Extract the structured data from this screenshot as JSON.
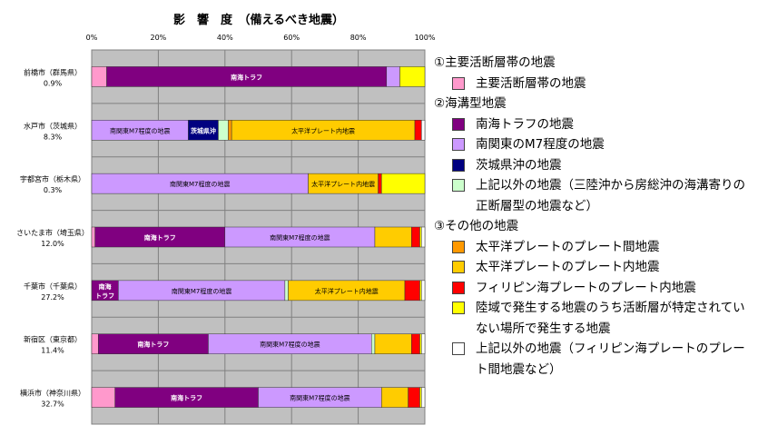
{
  "colors": {
    "plot_bg": "#C0C0C0",
    "bar_border": "#333333",
    "grid": "#808080"
  },
  "chart_data": {
    "type": "bar",
    "orientation": "horizontal",
    "stacked": true,
    "title": "影　響　度　（備えるべき地震）",
    "xlim": [
      0,
      100
    ],
    "x_ticks": [
      "0%",
      "20%",
      "40%",
      "60%",
      "80%",
      "100%"
    ],
    "categories": [
      {
        "name": "前橋市（群馬県）",
        "value": "0.9%"
      },
      {
        "name": "水戸市（茨城県）",
        "value": "8.3%"
      },
      {
        "name": "宇都宮市（栃木県）",
        "value": "0.3%"
      },
      {
        "name": "さいたま市（埼玉県）",
        "value": "12.0%"
      },
      {
        "name": "千葉市（千葉県）",
        "value": "27.2%"
      },
      {
        "name": "新宿区（東京都）",
        "value": "11.4%"
      },
      {
        "name": "横浜市（神奈川県）",
        "value": "32.7%"
      }
    ],
    "series": [
      {
        "name": "主要活断層帯の地震",
        "color": "#FF99CC",
        "values": [
          4.5,
          0,
          0,
          1,
          0,
          2,
          7
        ],
        "labels": [
          "",
          "",
          "",
          "",
          "",
          "",
          ""
        ]
      },
      {
        "name": "南海トラフの地震",
        "color": "#800080",
        "values": [
          84,
          0,
          0,
          39,
          8,
          33,
          43
        ],
        "labels": [
          "南海トラフ",
          "",
          "",
          "南海トラフ",
          "南海\nトラフ",
          "南海トラフ",
          "南海トラフ"
        ]
      },
      {
        "name": "南関東のM7程度の地震",
        "color": "#CC99FF",
        "values": [
          4,
          29,
          65,
          45,
          50,
          49,
          37
        ],
        "labels": [
          "",
          "南関東M7程度の地震",
          "南関東M7程度の地震",
          "南関東M7程度の地震",
          "南関東M7程度の地震",
          "南関東M7程度の地震",
          "南関東M7程度の地震"
        ]
      },
      {
        "name": "茨城県沖の地震",
        "color": "#000080",
        "values": [
          0,
          9,
          0,
          0,
          0,
          0,
          0
        ],
        "labels": [
          "",
          "茨城県沖",
          "",
          "",
          "",
          "",
          ""
        ]
      },
      {
        "name": "上記以外の地震（三陸沖から房総沖の海溝寄りの正断層型の地震など）",
        "color": "#CCFFCC",
        "values": [
          0,
          3,
          0,
          0,
          1,
          1,
          0
        ],
        "labels": [
          "",
          "",
          "",
          "",
          "",
          "",
          ""
        ]
      },
      {
        "name": "太平洋プレートのプレート間地震",
        "color": "#FF9900",
        "values": [
          0,
          1,
          0,
          0,
          0,
          0,
          0
        ],
        "labels": [
          "",
          "",
          "",
          "",
          "",
          "",
          ""
        ]
      },
      {
        "name": "太平洋プレートのプレート内地震",
        "color": "#FFCC00",
        "values": [
          0,
          55,
          21,
          11,
          35,
          11,
          8
        ],
        "labels": [
          "",
          "太平洋プレート内地震",
          "太平洋プレート内地震",
          "",
          "太平洋プレート内地震",
          "",
          ""
        ]
      },
      {
        "name": "フィリピン海プレートのプレート内地震",
        "color": "#FF0000",
        "values": [
          0,
          2,
          1,
          2.5,
          4.5,
          2.5,
          3.5
        ],
        "labels": [
          "",
          "",
          "",
          "",
          "",
          "",
          ""
        ]
      },
      {
        "name": "陸域で発生する地震のうち活断層が特定されていない場所で発生する地震",
        "color": "#FFFF00",
        "values": [
          7.5,
          0,
          13,
          0.5,
          0.5,
          0.5,
          0.5
        ],
        "labels": [
          "",
          "",
          "",
          "",
          "",
          "",
          ""
        ]
      },
      {
        "name": "上記以外の地震（フィリピン海プレートのプレート間地震など）",
        "color": "#FFFFFF",
        "values": [
          0,
          1,
          0,
          1,
          1,
          1,
          1
        ],
        "labels": [
          "",
          "",
          "",
          "",
          "",
          "",
          ""
        ]
      }
    ]
  },
  "legend": {
    "groups": [
      {
        "heading": "①主要活断層帯の地震",
        "items": [
          {
            "label": "主要活断層帯の地震",
            "color": "#FF99CC"
          }
        ]
      },
      {
        "heading": "②海溝型地震",
        "items": [
          {
            "label": "南海トラフの地震",
            "color": "#800080"
          },
          {
            "label": "南関東のM7程度の地震",
            "color": "#CC99FF"
          },
          {
            "label": "茨城県沖の地震",
            "color": "#000080"
          },
          {
            "label": "上記以外の地震（三陸沖から房総沖の海溝寄りの正断層型の地震など）",
            "color": "#CCFFCC"
          }
        ]
      },
      {
        "heading": "③その他の地震",
        "items": [
          {
            "label": "太平洋プレートのプレート間地震",
            "color": "#FF9900"
          },
          {
            "label": "太平洋プレートのプレート内地震",
            "color": "#FFCC00"
          },
          {
            "label": "フィリピン海プレートのプレート内地震",
            "color": "#FF0000"
          },
          {
            "label": "陸域で発生する地震のうち活断層が特定されていない場所で発生する地震",
            "color": "#FFFF00"
          },
          {
            "label": "上記以外の地震（フィリピン海プレートのプレート間地震など）",
            "color": "#FFFFFF"
          }
        ]
      }
    ]
  }
}
